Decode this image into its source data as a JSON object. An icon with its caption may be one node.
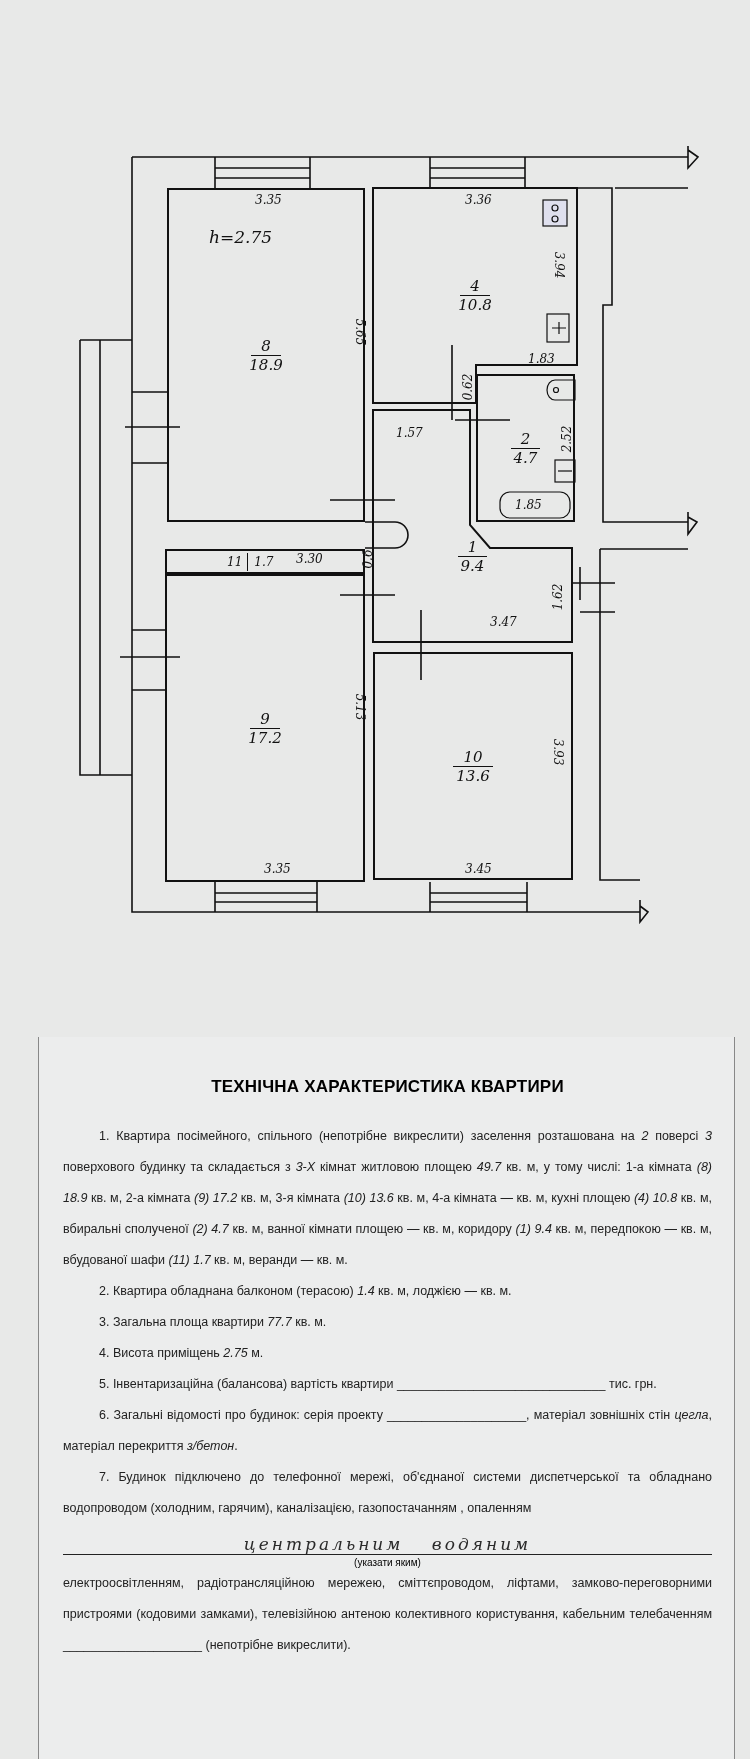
{
  "diagram": {
    "title": "ТЕХНІЧНА ХАРАКТЕРИСТИКА КВАРТИРИ",
    "nodes": [
      {
        "text": [
          "h=2.75",
          "8",
          "18.9"
        ]
      },
      {
        "text": [
          "4",
          "10.8"
        ]
      },
      {
        "text": [
          "2",
          "4.7"
        ]
      },
      {
        "text": [
          "1",
          "9.4"
        ]
      },
      {
        "text": [
          "11",
          "1.7"
        ]
      },
      {
        "text": [
          "9",
          "17.2"
        ]
      },
      {
        "text": [
          "10",
          "13.6"
        ]
      }
    ],
    "edges": [],
    "labels": [
      "3.35",
      "3.36",
      "3.94",
      "5.65",
      "1.83",
      "0.62",
      "1.57",
      "2.52",
      "1.85",
      "3.30",
      "0.6",
      "1.62",
      "3.47",
      "5.13",
      "3.93",
      "3.35",
      "3.45",
      "1. Квартира посімейного, спільного (непотрібне викреслити) заселення розташована на *2* поверсі *3* поверхового будинку та складається з *3-Х* кімнат житловою площею *49.7* кв. м, у тому числі: 1-а кімната *(8) 18.9* кв. м, 2-а кімната *(9) 17.2* кв. м, 3-я кімната *(10) 13.6* кв. м, 4-а кімната *—* кв. м, кухні площею *(4) 10.8* кв. м, вбиральні сполученої *(2) 4.7* кв. м, ванної кімнати площею *—* кв. м, коридору *(1) 9.4* кв. м, передпокою *—* кв. м, вбудованої шафи *(11) 1.7* кв. м, веранди *—* кв. м.",
      "2. Квартира обладнана балконом (терасою) *1.4* кв. м, лоджією *—* кв. м.",
      "3. Загальна площа квартири *77.7* кв. м.",
      "4. Висота приміщень *2.75* м.",
      "5. Інвентаризаційна (балансова) вартість квартири ______________________________ тис. грн.",
      "6. Загальні відомості про будинок: серія проекту ____________________, матеріал зовнішніх стін *цегла*, матеріал перекриття *з/бетон*.",
      "7. Будинок підключено до телефонної мережі, об'єднаної системи диспетчерської та обладнано водопроводом (холодним, гарячим), каналізацією, газопостачанням , опаленням",
      "центральним водяним",
      "(указати яким)",
      "електроосвітленням, радіотрансляційною мережею, сміттєпроводом, ліфтами, замково-переговорними пристроями (кодовими замками), телевізійною антеною колективного користування, кабельним телебаченням ____________________ (непотрібне викреслити)."
    ]
  }
}
